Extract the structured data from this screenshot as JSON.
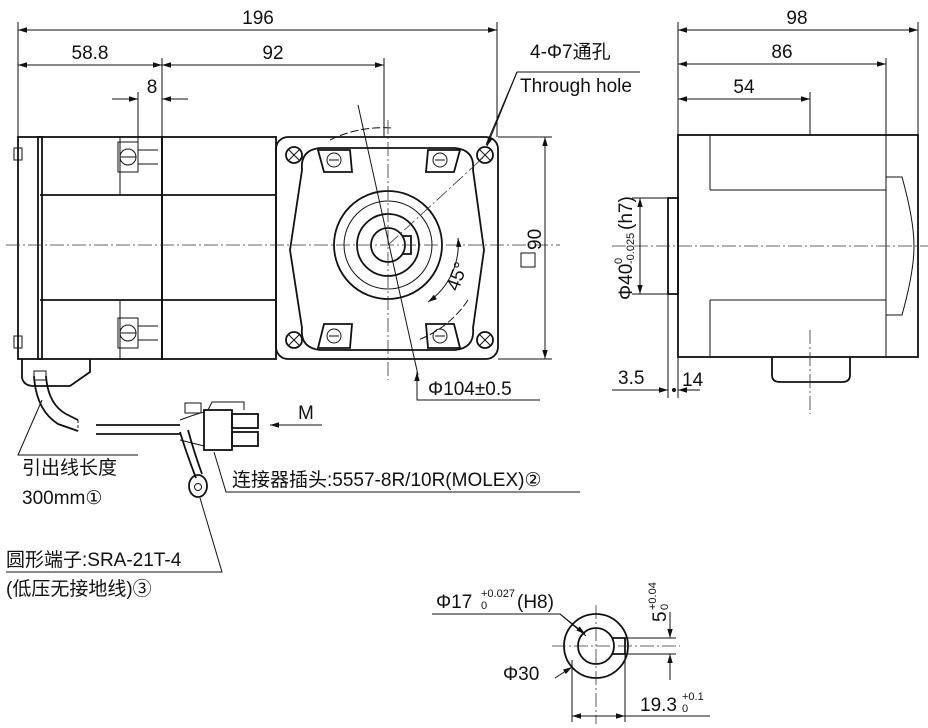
{
  "dimensions": {
    "overall_length": "196",
    "motor_length": "58.8",
    "gearbox_length": "92",
    "flange_thickness": "8",
    "side_overall": "98",
    "side_body": "86",
    "side_pilot": "54",
    "flange_square": "90",
    "pilot_diameter": "Φ40",
    "pilot_tol_upper": "0",
    "pilot_tol_lower": "-0.025",
    "pilot_fit": "(h7)",
    "bolt_circle": "Φ104±0.5",
    "angle": "45°",
    "shaft_offset": "3.5",
    "shaft_length": "14"
  },
  "labels": {
    "through_hole_cn": "4-Φ7通孔",
    "through_hole_en": "Through hole",
    "direction": "M",
    "lead_length": "引出线长度",
    "lead_length_value": "300mm①",
    "connector": "连接器插头:5557-8R/10R(MOLEX)②",
    "ring_terminal": "圆形端子:SRA-21T-4",
    "ground_wire": "(低压无接地线)③"
  },
  "bore": {
    "diameter": "Φ17",
    "tol_upper": "+0.027",
    "tol_lower": "0",
    "fit": "(H8)",
    "keyway_width": "5",
    "keyway_tol_upper": "+0.04",
    "keyway_tol_lower": "0",
    "hub_diameter": "Φ30",
    "keyway_depth": "19.3",
    "depth_tol_upper": "+0.1",
    "depth_tol_lower": "0"
  }
}
